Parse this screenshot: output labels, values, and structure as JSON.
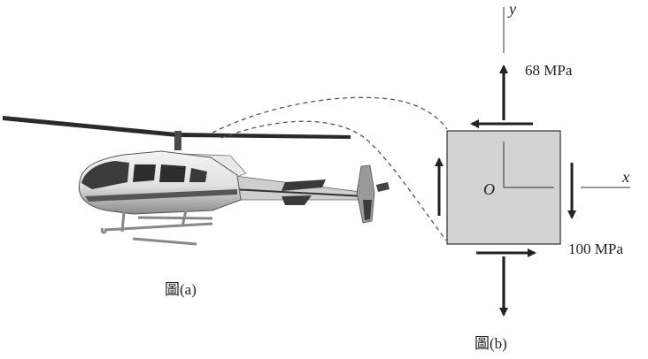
{
  "figure_a": {
    "caption": "圖(a)"
  },
  "figure_b": {
    "caption": "圖(b)",
    "axis_y": "y",
    "axis_x": "x",
    "origin": "O",
    "normal_stress_label": "68 MPa",
    "shear_stress_label": "100 MPa"
  },
  "colors": {
    "element_fill": "#d3d3d3",
    "ink": "#222222"
  }
}
